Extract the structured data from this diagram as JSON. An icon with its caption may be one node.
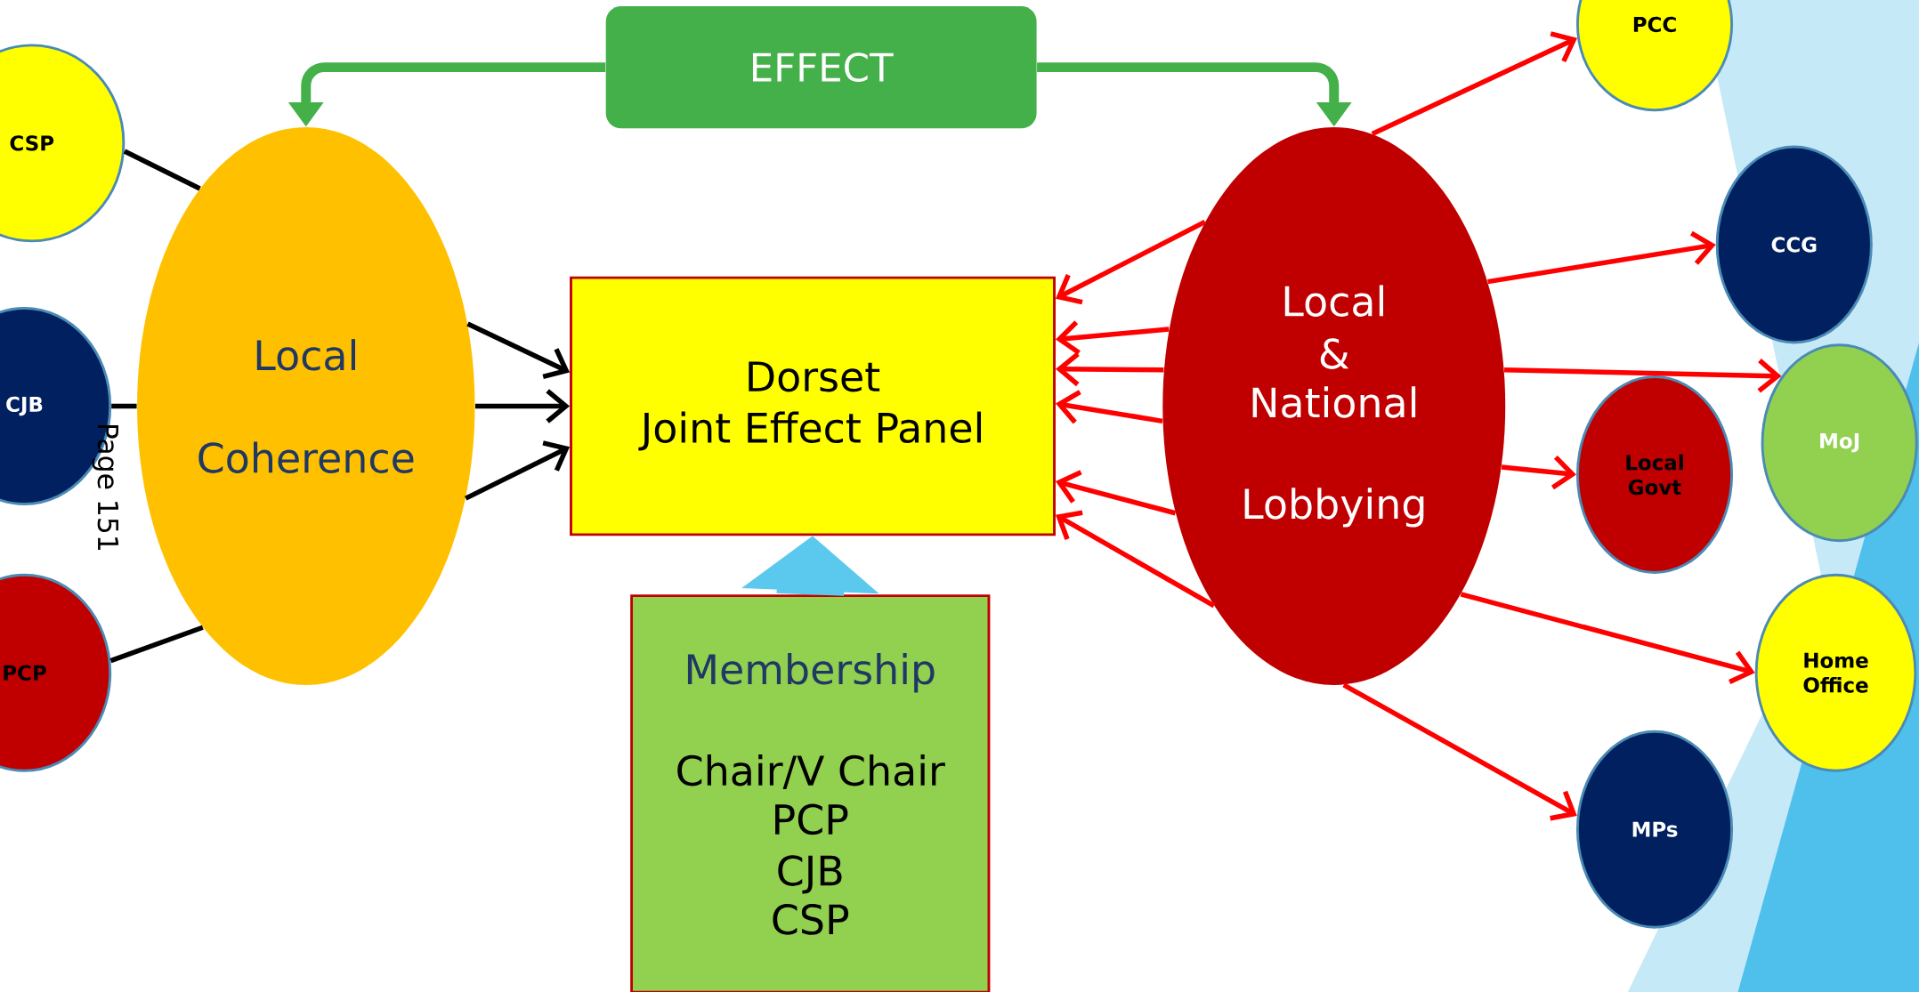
{
  "diagram": {
    "nodes": [
      {
        "text": [
          "EFFECT"
        ]
      },
      {
        "text": [
          "CSP"
        ]
      },
      {
        "text": [
          "CJB"
        ]
      },
      {
        "text": [
          "PCP"
        ]
      },
      {
        "text": [
          "Local",
          "Coherence"
        ]
      },
      {
        "text": [
          "Dorset",
          "Joint Effect Panel"
        ]
      },
      {
        "text": [
          "Membership",
          "Chair/V Chair",
          "PCP",
          "CJB",
          "CSP"
        ]
      },
      {
        "text": [
          "Local",
          "&",
          "National",
          "Lobbying"
        ]
      },
      {
        "text": [
          "PCC"
        ]
      },
      {
        "text": [
          "CCG"
        ]
      },
      {
        "text": [
          "MoJ"
        ]
      },
      {
        "text": [
          "Local Govt"
        ]
      },
      {
        "text": [
          "Home Office"
        ]
      },
      {
        "text": [
          "MPs"
        ]
      }
    ],
    "edges": [
      {
        "from": 0,
        "to": 4,
        "arrow": "to",
        "style": "thick",
        "color": "#44b04a"
      },
      {
        "from": 0,
        "to": 7,
        "arrow": "to",
        "style": "thick",
        "color": "#44b04a"
      },
      {
        "from": 1,
        "to": 4,
        "arrow": "none",
        "color": "#000000"
      },
      {
        "from": 2,
        "to": 4,
        "arrow": "none",
        "color": "#000000"
      },
      {
        "from": 3,
        "to": 4,
        "arrow": "none",
        "color": "#000000"
      },
      {
        "from": 4,
        "to": 5,
        "arrow": "to",
        "color": "#000000"
      },
      {
        "from": 4,
        "to": 5,
        "arrow": "to",
        "color": "#000000"
      },
      {
        "from": 4,
        "to": 5,
        "arrow": "to",
        "color": "#000000"
      },
      {
        "from": 7,
        "to": 5,
        "arrow": "to"
      },
      {
        "from": 7,
        "to": 5,
        "arrow": "to"
      },
      {
        "from": 7,
        "to": 5,
        "arrow": "to"
      },
      {
        "from": 7,
        "to": 5,
        "arrow": "to"
      },
      {
        "from": 7,
        "to": 5,
        "arrow": "to"
      },
      {
        "from": 7,
        "to": 5,
        "arrow": "to"
      },
      {
        "from": 7,
        "to": 8,
        "arrow": "to"
      },
      {
        "from": 7,
        "to": 9,
        "arrow": "to"
      },
      {
        "from": 7,
        "to": 10,
        "arrow": "to"
      },
      {
        "from": 7,
        "to": 11,
        "arrow": "to"
      },
      {
        "from": 7,
        "to": 12,
        "arrow": "to"
      },
      {
        "from": 7,
        "to": 13,
        "arrow": "to"
      },
      {
        "from": 6,
        "to": 5,
        "arrow": "to",
        "style": "thick",
        "color": "#5bc8ee"
      }
    ],
    "labels": [
      "Page 151"
    ]
  }
}
